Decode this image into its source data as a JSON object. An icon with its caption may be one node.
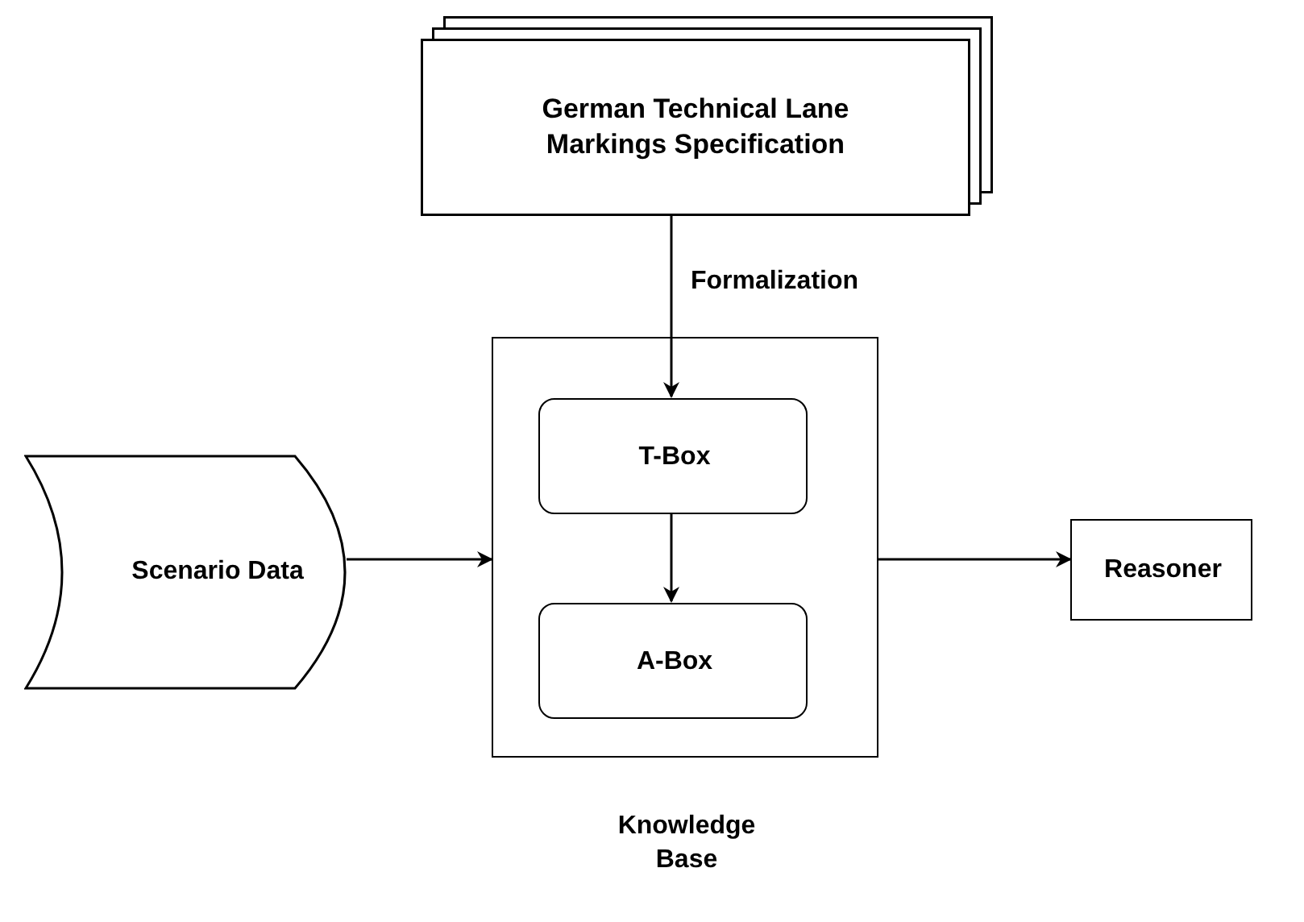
{
  "diagram": {
    "nodes": [
      {
        "text": [
          "German Technical Lane Markings Specification"
        ]
      },
      {
        "text": [
          "Scenario Data"
        ]
      },
      {
        "text": [
          "Knowledge Base"
        ]
      },
      {
        "text": [
          "T-Box"
        ],
        "in": 2
      },
      {
        "text": [
          "A-Box"
        ],
        "in": 2
      },
      {
        "text": [
          "Reasoner"
        ]
      }
    ],
    "edges": [
      {
        "from": 0,
        "to": 3,
        "arrow": "to",
        "label": "Formalization"
      },
      {
        "from": 3,
        "to": 4,
        "arrow": "to"
      },
      {
        "from": 1,
        "to": 2,
        "arrow": "to"
      },
      {
        "from": 2,
        "to": 5,
        "arrow": "to"
      }
    ]
  }
}
